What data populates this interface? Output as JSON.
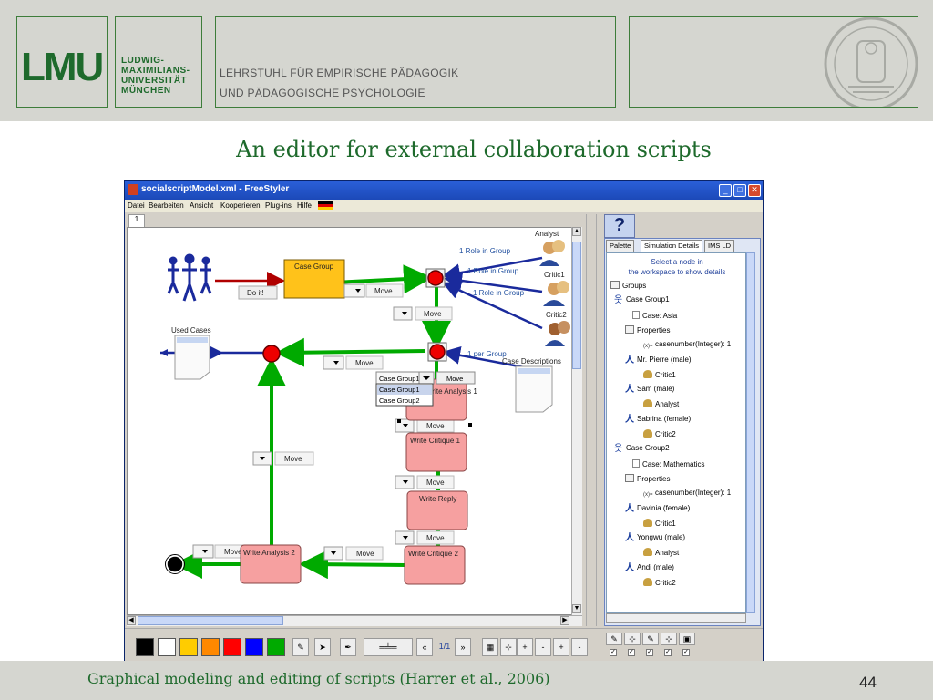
{
  "header": {
    "logo_text": "LMU",
    "university_lines": [
      "LUDWIG-",
      "MAXIMILIANS-",
      "UNIVERSITÄT",
      "MÜNCHEN"
    ],
    "chair_lines": [
      "LEHRSTUHL FÜR EMPIRISCHE PÄDAGOGIK",
      "UND PÄDAGOGISCHE PSYCHOLOGIE"
    ]
  },
  "slide": {
    "title": "An editor for external collaboration scripts",
    "caption": "Graphical modeling and editing of scripts (Harrer et al., 2006)",
    "page_number": "44"
  },
  "app": {
    "window_title": "socialscriptModel.xml - FreeStyler",
    "menu": [
      "Datei",
      "Bearbeiten",
      "Ansicht",
      "Kooperieren",
      "Plug-ins",
      "Hilfe"
    ],
    "workspace_tab": "1",
    "help_tab": "?",
    "side_tabs": [
      "Palette",
      "Simulation Details",
      "IMS LD"
    ],
    "tree_hint": [
      "Select a node in",
      "the workspace to show details"
    ],
    "tree": [
      {
        "icon": "folder",
        "text": "Groups"
      },
      {
        "icon": "group",
        "text": "Case Group1"
      },
      {
        "icon": "doc",
        "text": "Case: Asia"
      },
      {
        "icon": "folder",
        "text": "Properties"
      },
      {
        "icon": "attr",
        "text": "casenumber(Integer): 1"
      },
      {
        "icon": "person",
        "text": "Mr. Pierre  (male)"
      },
      {
        "icon": "role",
        "text": "Critic1"
      },
      {
        "icon": "person",
        "text": "Sam  (male)"
      },
      {
        "icon": "role",
        "text": "Analyst"
      },
      {
        "icon": "person",
        "text": "Sabrina  (female)"
      },
      {
        "icon": "role",
        "text": "Critic2"
      },
      {
        "icon": "group",
        "text": "Case Group2"
      },
      {
        "icon": "doc",
        "text": "Case: Mathematics"
      },
      {
        "icon": "folder",
        "text": "Properties"
      },
      {
        "icon": "attr",
        "text": "casenumber(Integer): 1"
      },
      {
        "icon": "person",
        "text": "Davinia  (female)"
      },
      {
        "icon": "role",
        "text": "Critic1"
      },
      {
        "icon": "person",
        "text": "Yongwu  (male)"
      },
      {
        "icon": "role",
        "text": "Analyst"
      },
      {
        "icon": "person",
        "text": "Andi  (male)"
      },
      {
        "icon": "role",
        "text": "Critic2"
      }
    ],
    "diagram": {
      "case_group": "Case Group",
      "do_it": "Do it!",
      "move": "Move",
      "used_cases": "Used Cases",
      "case_descriptions": "Case Descriptions",
      "roles": [
        "Analyst",
        "Critic1",
        "Critic2"
      ],
      "arrow_labels": [
        "1 Role in Group",
        "1 Role in Group",
        "1 Role in Group",
        "1 per Group"
      ],
      "activities": [
        "Write Analysis 1",
        "Write Critique 1",
        "Write Reply",
        "Write Critique 2",
        "Write Analysis 2"
      ],
      "dropdown_value": "Case Group1",
      "dropdown_options": [
        "Case Group1",
        "Case Group2"
      ]
    },
    "toolbar": {
      "colors": [
        "#000000",
        "#ffffff",
        "#ffcc00",
        "#ff8800",
        "#ff0000",
        "#0000ff",
        "#00aa00"
      ],
      "page_indicator": "1/1"
    }
  }
}
